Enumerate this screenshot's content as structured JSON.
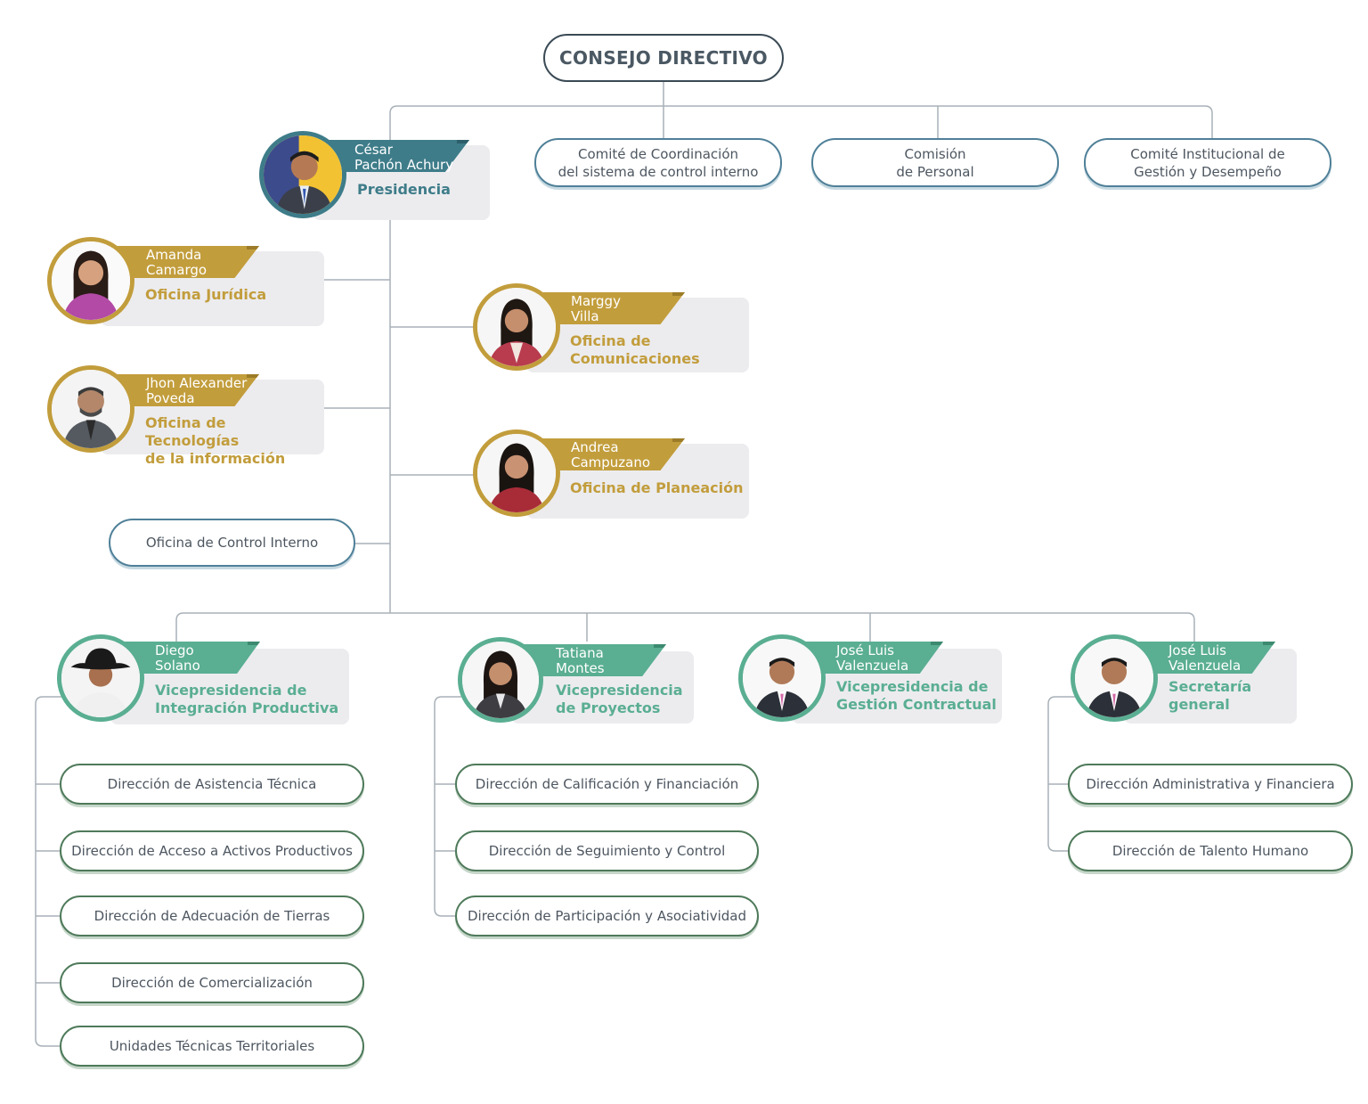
{
  "colors": {
    "line": "#a8b1b8",
    "presidency_teal": "#3e7c89",
    "office_gold": "#c29d3c",
    "vp_green": "#5aae92",
    "pill_blue_border": "#4f8098",
    "pill_green_border": "#4e7a5a"
  },
  "top": {
    "label": "CONSEJO DIRECTIVO"
  },
  "committees": [
    {
      "label": "Comité de Coordinación\ndel sistema de control interno"
    },
    {
      "label": "Comisión\nde Personal"
    },
    {
      "label": "Comité Institucional de\nGestión y Desempeño"
    }
  ],
  "presidency": {
    "name": "César\nPachón Achury",
    "role": "Presidencia"
  },
  "offices": [
    {
      "name": "Amanda\nCamargo",
      "role": "Oficina Jurídica"
    },
    {
      "name": "Jhon Alexander\nPoveda",
      "role": "Oficina de Tecnologías\nde la información"
    },
    {
      "name": "Marggy\nVilla",
      "role": "Oficina de\nComunicaciones"
    },
    {
      "name": "Andrea\nCampuzano",
      "role": "Oficina de Planeación"
    }
  ],
  "control_office": {
    "label": "Oficina de Control Interno"
  },
  "vicepresidencies": [
    {
      "name": "Diego\nSolano",
      "role": "Vicepresidencia de\nIntegración Productiva",
      "units": [
        "Dirección de Asistencia Técnica",
        "Dirección de Acceso a Activos Productivos",
        "Dirección de Adecuación de Tierras",
        "Dirección de Comercialización",
        "Unidades Técnicas Territoriales"
      ]
    },
    {
      "name": "Tatiana\nMontes",
      "role": "Vicepresidencia\nde Proyectos",
      "units": [
        "Dirección de Calificación y Financiación",
        "Dirección de Seguimiento y Control",
        "Dirección de Participación y Asociatividad"
      ]
    },
    {
      "name": "José Luis\nValenzuela",
      "role": "Vicepresidencia de\nGestión Contractual",
      "units": []
    },
    {
      "name": "José Luis\nValenzuela",
      "role": "Secretaría\ngeneral",
      "units": [
        "Dirección Administrativa y Financiera",
        "Dirección de Talento Humano"
      ]
    }
  ]
}
